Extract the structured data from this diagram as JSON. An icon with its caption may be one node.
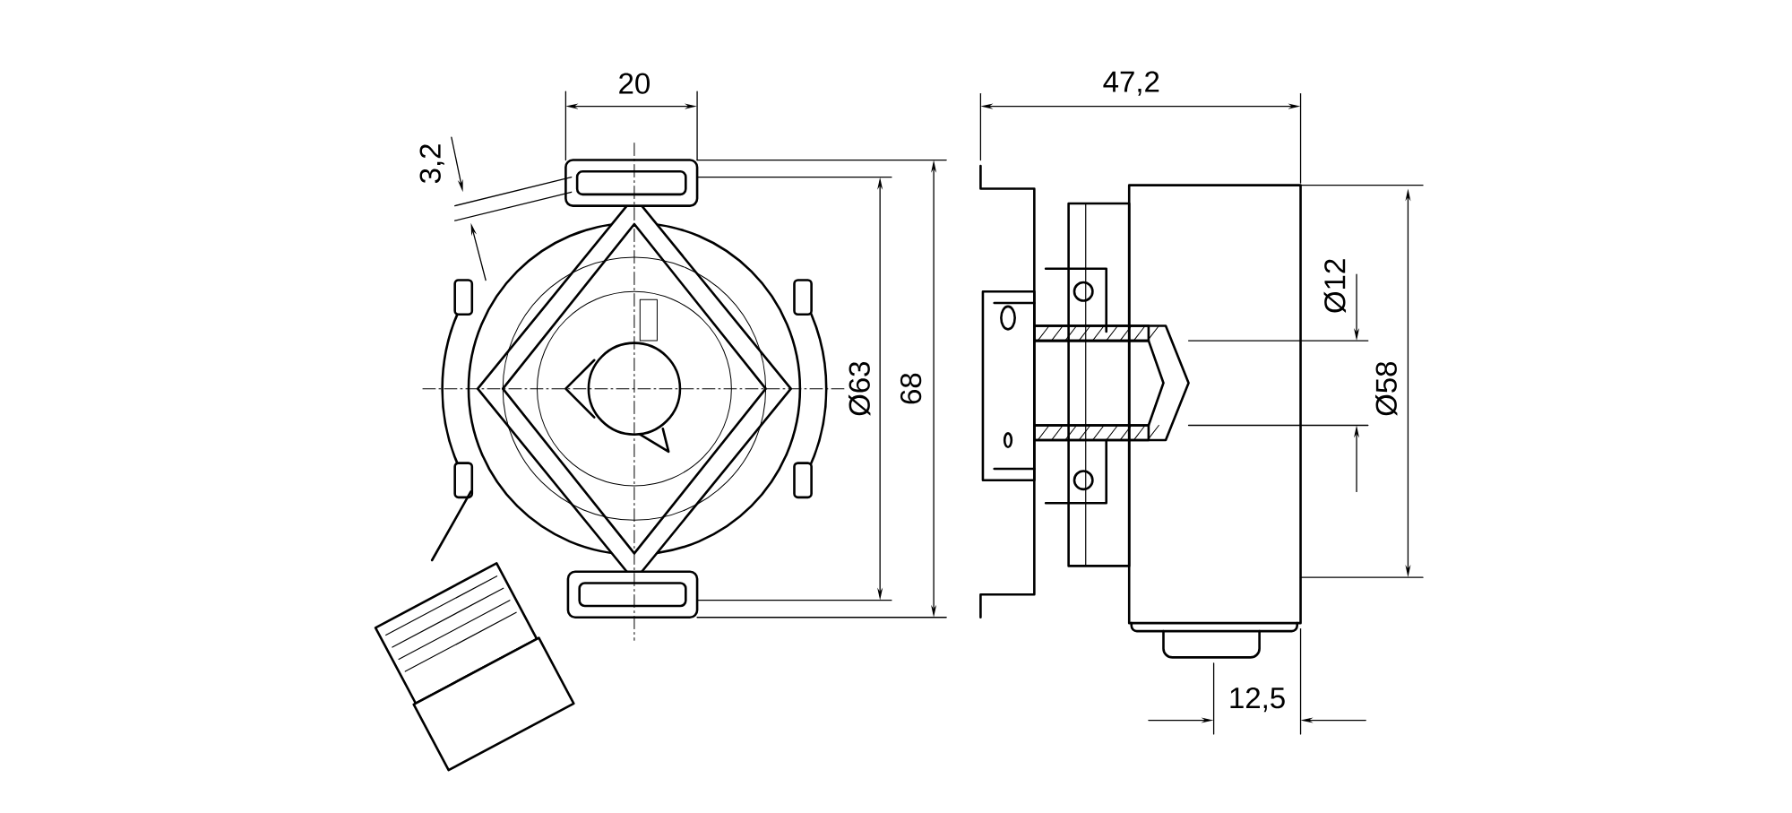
{
  "diagram": {
    "labels": [
      "20",
      "3,2",
      "47,2",
      "Ø12",
      "Ø63",
      "68",
      "Ø58",
      "12,5"
    ]
  }
}
